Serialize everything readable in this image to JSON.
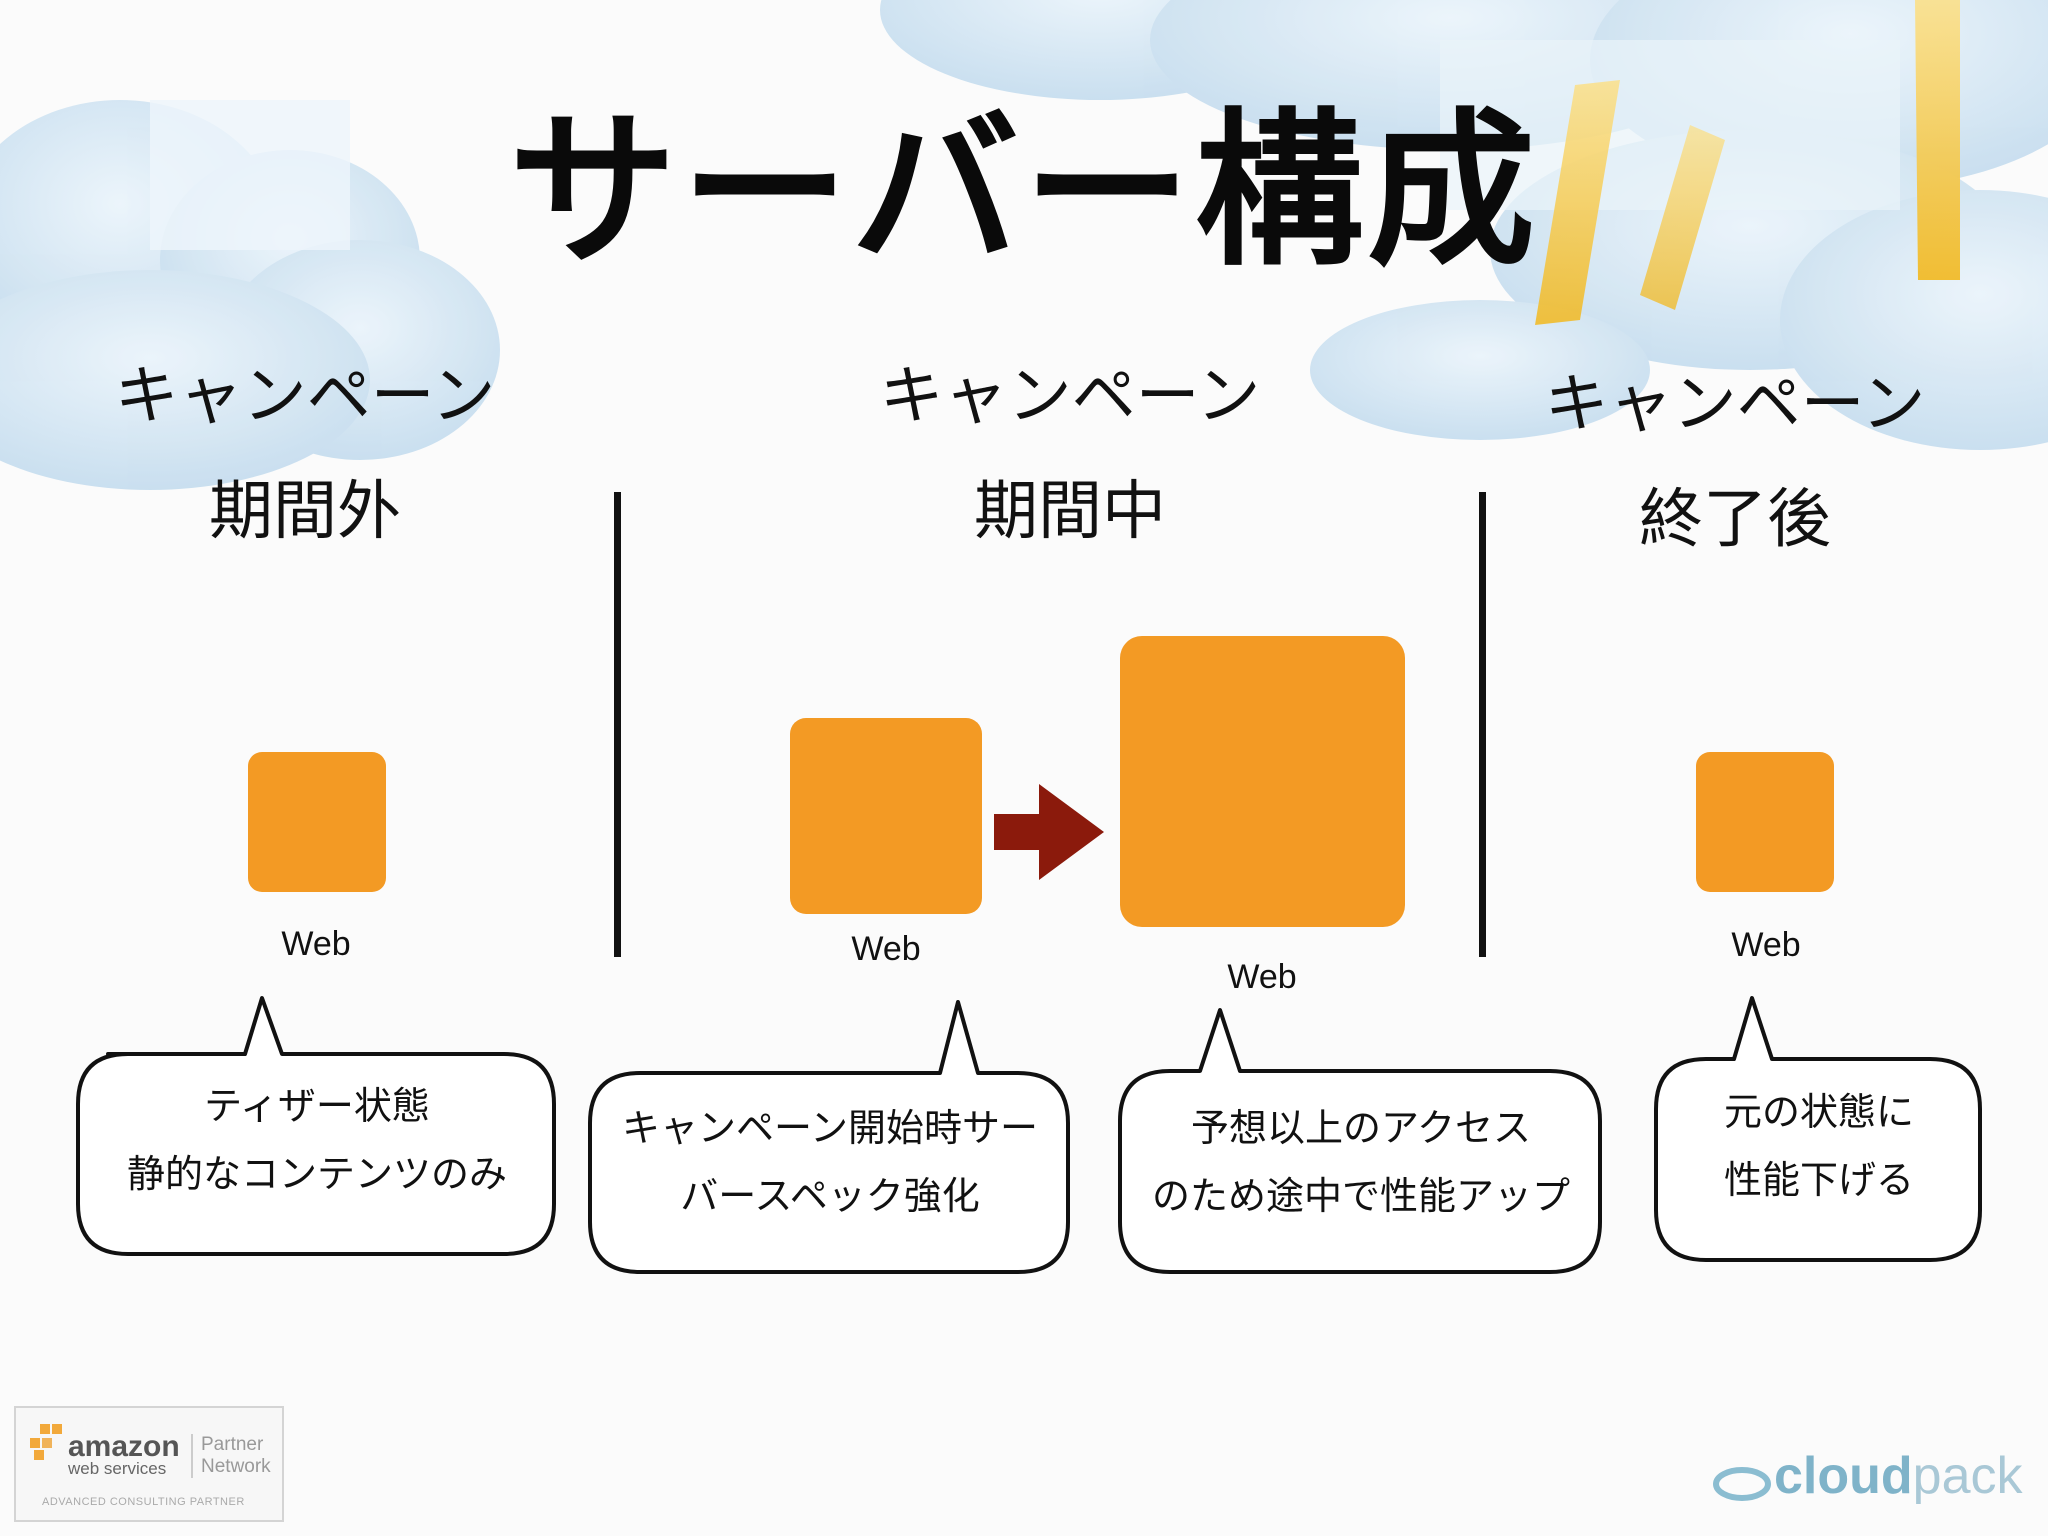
{
  "slide": {
    "title": "サーバー構成",
    "columns": [
      {
        "heading_line1": "キャンペーン",
        "heading_line2": "期間外"
      },
      {
        "heading_line1": "キャンペーン",
        "heading_line2": "期間中"
      },
      {
        "heading_line1": "キャンペーン",
        "heading_line2": "終了後"
      }
    ],
    "servers": [
      {
        "label": "Web"
      },
      {
        "label": "Web"
      },
      {
        "label": "Web"
      },
      {
        "label": "Web"
      }
    ],
    "callouts": [
      {
        "line1": "ティザー状態",
        "line2": "静的なコンテンツのみ"
      },
      {
        "line1": "キャンペーン開始時サー",
        "line2": "バースペック強化"
      },
      {
        "line1": "予想以上のアクセス",
        "line2": "のため途中で性能アップ"
      },
      {
        "line1": "元の状態に",
        "line2": "性能下げる"
      }
    ]
  },
  "logos": {
    "partner": {
      "brand": "amazon",
      "brand_sub": "web services",
      "program_line1": "Partner",
      "program_line2": "Network",
      "tier": "ADVANCED CONSULTING PARTNER"
    },
    "cloudpack": {
      "part1": "cloud",
      "part2": "pack"
    }
  },
  "colors": {
    "server": "#f39a24",
    "arrow": "#8b1a0c",
    "sky": "#cfe3f2",
    "ray": "#f5c531"
  }
}
